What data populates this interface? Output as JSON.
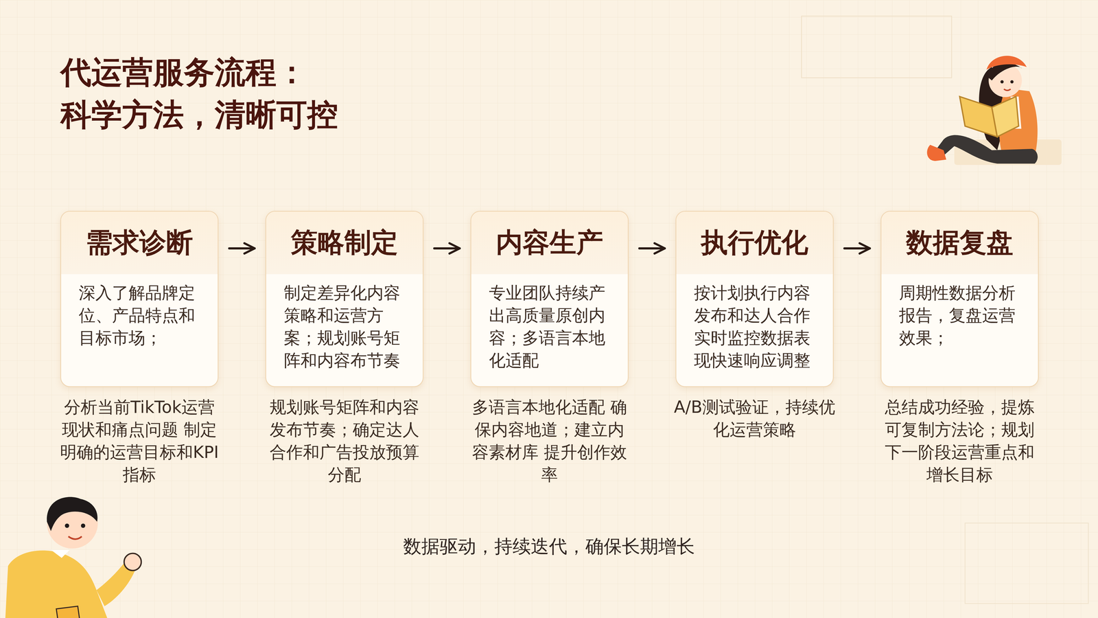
{
  "diagram": {
    "title": "代运营服务流程： 科学方法，清晰可控",
    "caption": "数据驱动，持续迭代，确保长期增长",
    "nodes": [
      {
        "text": [
          "需求诊断",
          "深入了解品牌定位、产品特点和目标市场；",
          "分析当前TikTok运营现状和痛点问题 制定明确的运营目标和KPI指标"
        ]
      },
      {
        "text": [
          "策略制定",
          "制定差异化内容策略和运营方案；规划账号矩阵和内容布节奏",
          "规划账号矩阵和内容发布节奏；确定达人合作和广告投放预算分配"
        ]
      },
      {
        "text": [
          "内容生产",
          "专业团队持续产出高质量原创内容；多语言本地化适配",
          "多语言本地化适配 确保内容地道；建立内容素材库 提升创作效率"
        ]
      },
      {
        "text": [
          "执行优化",
          "按计划执行内容发布和达人合作 实时监控数据表现快速响应调整",
          "A/B测试验证，持续优化运营策略"
        ]
      },
      {
        "text": [
          "数据复盘",
          "周期性数据分析报告，复盘运营效果；",
          "总结成功经验，提炼可复制方法论；规划下一阶段运营重点和增长目标"
        ]
      }
    ],
    "edges": [
      {
        "from": 0,
        "to": 1,
        "arrow": "to"
      },
      {
        "from": 1,
        "to": 2,
        "arrow": "to"
      },
      {
        "from": 2,
        "to": 3,
        "arrow": "to"
      },
      {
        "from": 3,
        "to": 4,
        "arrow": "to"
      }
    ]
  }
}
